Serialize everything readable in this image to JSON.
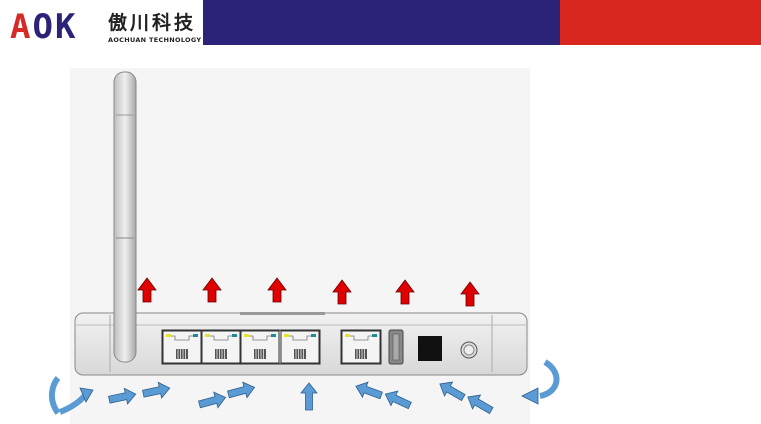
{
  "header": {
    "logo_mark_a": "A",
    "logo_mark_ok": "OK",
    "company_cn": "傲川科技",
    "company_en": "AOCHUAN TECHNOLOGY",
    "colors": {
      "navy": "#2b2378",
      "red": "#d9261f"
    }
  },
  "figure": {
    "subject": "router-rear-airflow",
    "ethernet_ports": 5,
    "outflow_arrow_color": "#e00000",
    "inflow_arrow_color": "#5b9bd5"
  }
}
